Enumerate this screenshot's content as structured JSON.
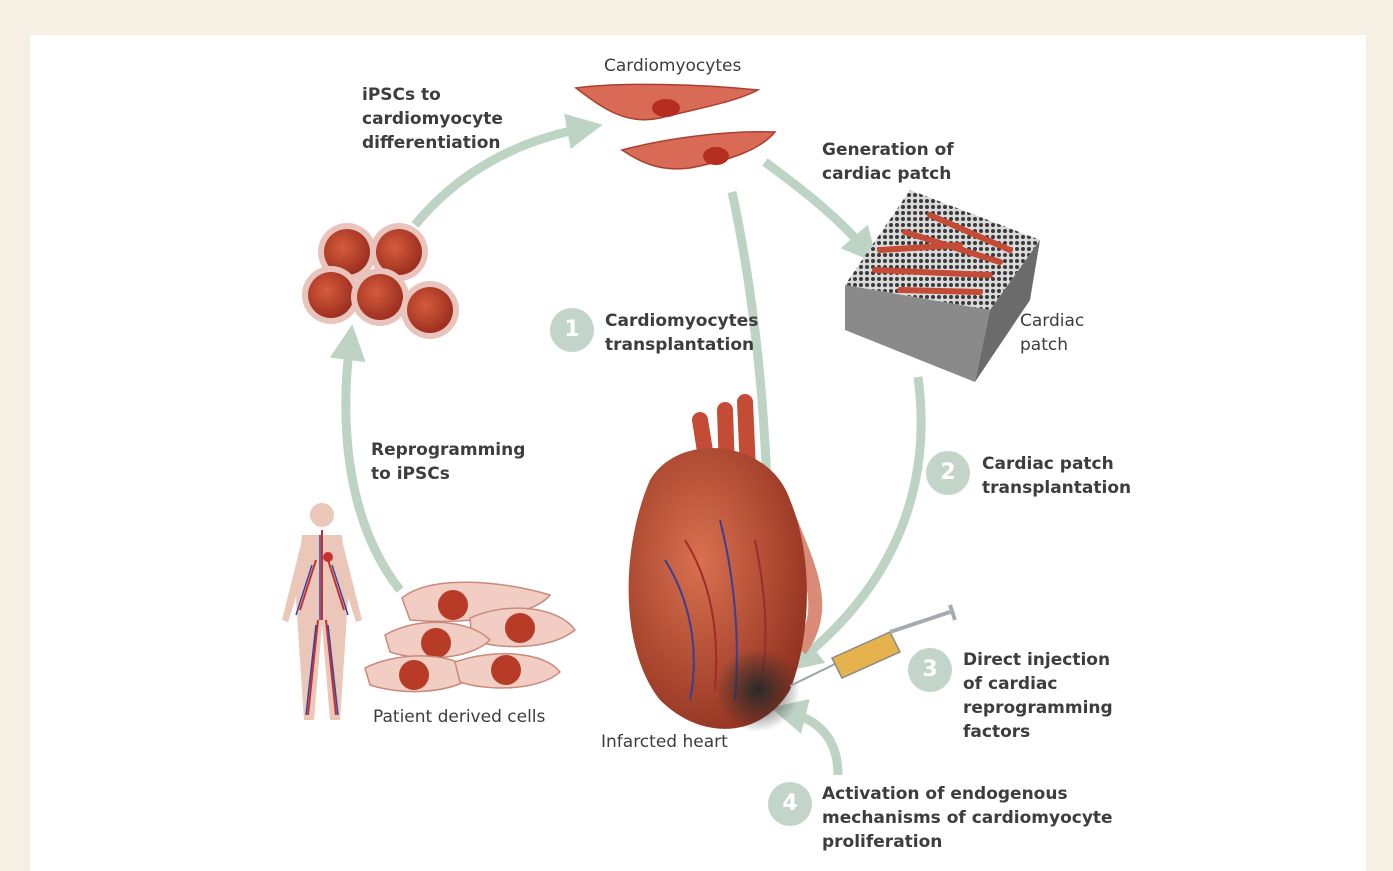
{
  "labels": {
    "cardiomyocytes": "Cardiomyocytes",
    "ipscs_differentiation": "iPSCs to\ncardiomyocyte\ndifferentiation",
    "generation_patch": "Generation of\ncardiac patch",
    "cardiac_patch": "Cardiac\npatch",
    "reprogramming": "Reprogramming\nto iPSCs",
    "patient_cells": "Patient derived cells",
    "infarcted_heart": "Infarcted heart"
  },
  "steps": [
    {
      "number": "1",
      "text": "Cardiomyocytes\ntransplantation"
    },
    {
      "number": "2",
      "text": "Cardiac patch\ntransplantation"
    },
    {
      "number": "3",
      "text": "Direct injection\nof cardiac\nreprogramming\nfactors"
    },
    {
      "number": "4",
      "text": "Activation of endogenous\nmechanisms of cardiomyocyte\nproliferation"
    }
  ],
  "colors": {
    "arrow": "#bdd3c3",
    "cell": "#c54a2e",
    "heart": "#b8442c",
    "badge": "#c3d5c8"
  }
}
